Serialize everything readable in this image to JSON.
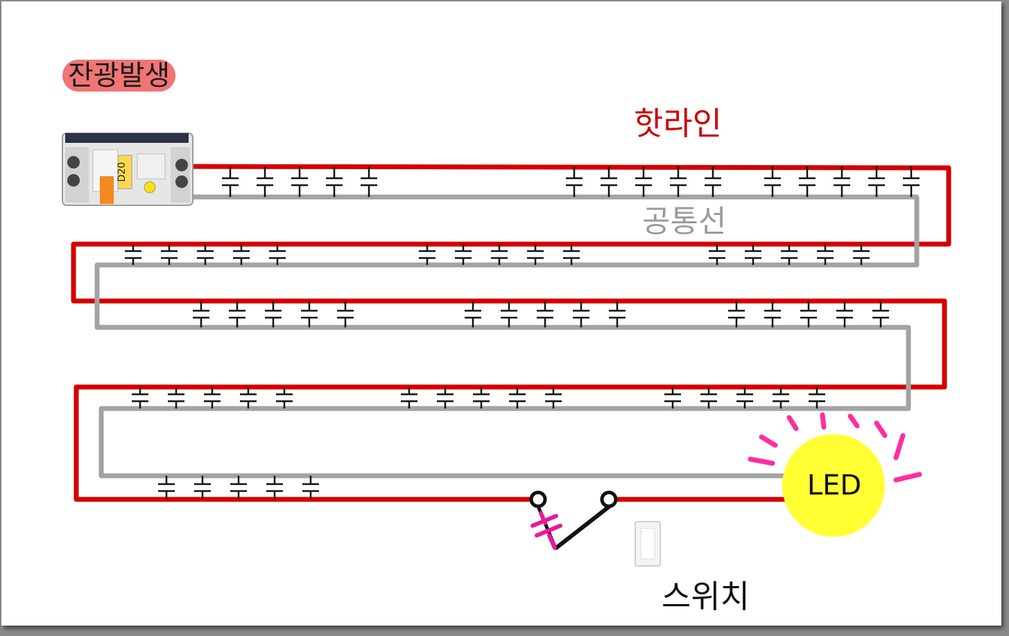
{
  "title": "잔광발생",
  "labels": {
    "hot_line": "핫라인",
    "common_line": "공통선",
    "switch": "스위치",
    "led": "LED"
  },
  "breaker": {
    "rating": "D20"
  },
  "colors": {
    "hot_wire": "#d40000",
    "common_wire": "#a3a3a3",
    "title_badge": "#f07575",
    "led_fill": "#ffff33",
    "led_rays": "#ff2da0",
    "capacitor_marker": "#e8199a",
    "switch_lever": "#111111"
  },
  "parasitic_capacitance": {
    "symbol": "capacitor",
    "groups_per_run": [
      3,
      3,
      3,
      3,
      1
    ],
    "caps_per_group": 5
  }
}
